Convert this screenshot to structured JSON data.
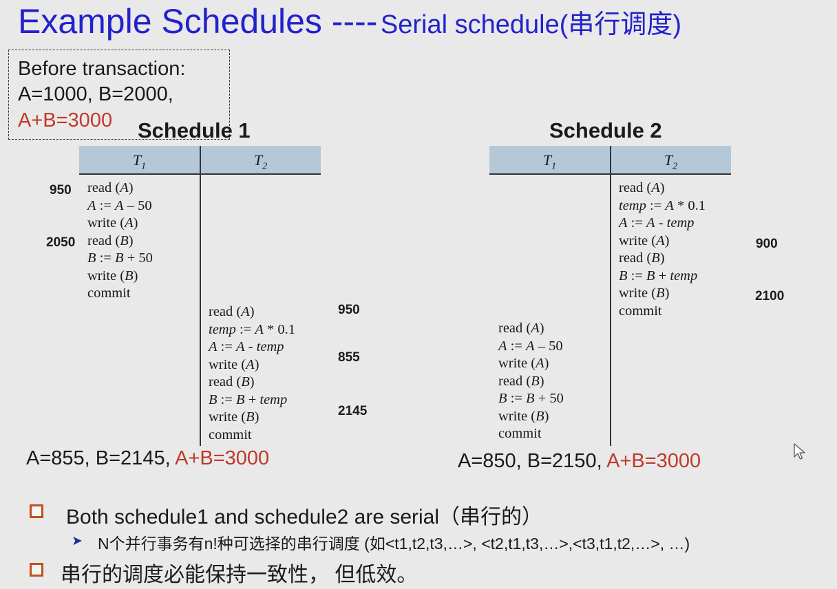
{
  "title": {
    "main": "Example Schedules ----",
    "sub": "Serial schedule(串行调度)"
  },
  "before": {
    "line1": "Before transaction:",
    "line2": "A=1000,  B=2000,",
    "line3": "A+B=3000"
  },
  "schedule1": {
    "title": "Schedule 1",
    "header_t1": "T",
    "header_t1_sub": "1",
    "header_t2": "T",
    "header_t2_sub": "2",
    "t1_ops": [
      "read (A)",
      "A := A – 50",
      "write (A)",
      "read (B)",
      "B := B + 50",
      "write (B)",
      "commit"
    ],
    "t2_ops": [
      "read (A)",
      "temp := A * 0.1",
      "A := A - temp",
      "write (A)",
      "read (B)",
      "B := B + temp",
      "write (B)",
      "commit"
    ],
    "annotations": [
      "950",
      "2050",
      "950",
      "855",
      "2145"
    ],
    "result_black": "A=855,  B=2145,",
    "result_red": "A+B=3000"
  },
  "schedule2": {
    "title": "Schedule 2",
    "header_t1": "T",
    "header_t1_sub": "1",
    "header_t2": "T",
    "header_t2_sub": "2",
    "t2_ops": [
      "read (A)",
      "temp := A * 0.1",
      "A := A - temp",
      "write (A)",
      "read (B)",
      "B := B + temp",
      "write (B)",
      "commit"
    ],
    "t1_ops": [
      "read (A)",
      "A := A – 50",
      "write (A)",
      "read (B)",
      "B := B + 50",
      "write (B)",
      "commit"
    ],
    "annotations": [
      "900",
      "2100"
    ],
    "result_black": "A=850,  B=2150,",
    "result_red": "A+B=3000"
  },
  "bullets": {
    "b1": "Both schedule1 and schedule2 are serial（串行的）",
    "sub1": "N个并行事务有n!种可选择的串行调度 (如<t1,t2,t3,…>, <t2,t1,t3,…>,<t3,t1,t2,…>, …)",
    "b2": "串行的调度必能保持一致性， 但低效。"
  },
  "colors": {
    "title_blue": "#2222cc",
    "accent_red": "#c0392b",
    "header_blue": "#b4c8d8",
    "bullet_orange": "#c0501c"
  }
}
